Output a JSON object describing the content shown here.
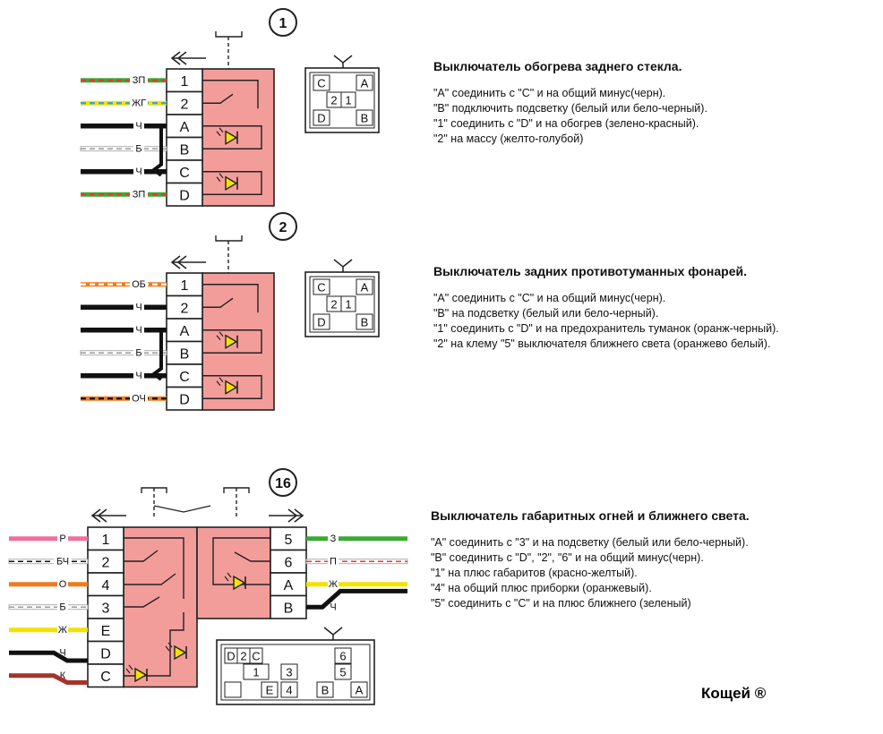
{
  "switches": [
    {
      "number": "1",
      "title": "Выключатель обогрева заднего стекла.",
      "notes": [
        "\"A\" соединить с \"C\" и на общий минус(черн).",
        "\"B\" подключить подсветку (белый или бело-черный).",
        "\"1\" соединить с \"D\" и на обогрев (зелено-красный).",
        "\"2\" на массу (желто-голубой)"
      ],
      "pins": [
        "1",
        "2",
        "A",
        "B",
        "C",
        "D"
      ],
      "wires": [
        {
          "label": "ЗП",
          "base": "#3aaa35",
          "stripe": "#e83a2a"
        },
        {
          "label": "ЖГ",
          "base": "#f5e100",
          "stripe": "#28a7e0"
        },
        {
          "label": "Ч",
          "base": "#111111",
          "stripe": ""
        },
        {
          "label": "Б",
          "base": "#ffffff",
          "stripe": "#9a9a9a"
        },
        {
          "label": "Ч",
          "base": "#111111",
          "stripe": ""
        },
        {
          "label": "ЗП",
          "base": "#3aaa35",
          "stripe": "#e83a2a"
        }
      ],
      "connector": {
        "top": [
          "C",
          "A"
        ],
        "middle": [
          "2",
          "1"
        ],
        "bottom": [
          "D",
          "B"
        ]
      }
    },
    {
      "number": "2",
      "title": "Выключатель задних противотуманных фонарей.",
      "notes": [
        "\"A\" соединить с \"C\" и на общий минус(черн).",
        "\"B\" на подсветку (белый или бело-черный).",
        "\"1\" соединить с \"D\" и на предохранитель туманок (оранж-черный).",
        "\"2\" на клему \"5\" выключателя ближнего света (оранжево белый)."
      ],
      "pins": [
        "1",
        "2",
        "A",
        "B",
        "C",
        "D"
      ],
      "wires": [
        {
          "label": "ОБ",
          "base": "#f07b1c",
          "stripe": "#ffffff"
        },
        {
          "label": "Ч",
          "base": "#111111",
          "stripe": ""
        },
        {
          "label": "Ч",
          "base": "#111111",
          "stripe": ""
        },
        {
          "label": "Б",
          "base": "#ffffff",
          "stripe": "#9a9a9a"
        },
        {
          "label": "Ч",
          "base": "#111111",
          "stripe": ""
        },
        {
          "label": "ОЧ",
          "base": "#f07b1c",
          "stripe": "#111111"
        }
      ],
      "connector": {
        "top": [
          "C",
          "A"
        ],
        "middle": [
          "2",
          "1"
        ],
        "bottom": [
          "D",
          "B"
        ]
      }
    },
    {
      "number": "16",
      "title": "Выключатель габаритных огней и ближнего света.",
      "notes": [
        "\"A\" соединить с  \"3\" и на подсветку (белый или бело-черный).",
        "\"B\" соединить с \"D\", \"2\", \"6\" и на общий минус(черн).",
        "\"1\" на плюс габаритов (красно-желтый).",
        "\"4\" на общий плюс приборки (оранжевый).",
        "\"5\" соединить с \"C\" и на плюс ближнего (зеленый)"
      ],
      "left_pins": [
        "1",
        "2",
        "4",
        "3",
        "E",
        "D",
        "C"
      ],
      "left_wires": [
        {
          "label": "Р",
          "base": "#ee6fa0",
          "stripe": ""
        },
        {
          "label": "БЧ",
          "base": "#ffffff",
          "stripe": "#111111"
        },
        {
          "label": "О",
          "base": "#f07b1c",
          "stripe": ""
        },
        {
          "label": "Б",
          "base": "#ffffff",
          "stripe": "#9a9a9a"
        },
        {
          "label": "Ж",
          "base": "#f5e100",
          "stripe": ""
        },
        {
          "label": "Ч",
          "base": "#111111",
          "stripe": ""
        },
        {
          "label": "К",
          "base": "#a5332b",
          "stripe": ""
        }
      ],
      "right_pins": [
        "5",
        "6",
        "A",
        "B"
      ],
      "right_wires": [
        {
          "label": "З",
          "base": "#3aaa35",
          "stripe": ""
        },
        {
          "label": "П",
          "base": "#ffffff",
          "stripe": "#e83a2a"
        },
        {
          "label": "Ж",
          "base": "#f5e100",
          "stripe": ""
        },
        {
          "label": "Ч",
          "base": "#111111",
          "stripe": ""
        }
      ],
      "connector": {
        "left_block": [
          "D",
          "2",
          "C",
          "1",
          "3",
          "E",
          "4"
        ],
        "right_block": [
          "6",
          "5",
          "B",
          "A"
        ]
      }
    }
  ],
  "credit": "Кощей ®",
  "colors": {
    "switch_body": "#f29d9a",
    "outline": "#222222"
  }
}
